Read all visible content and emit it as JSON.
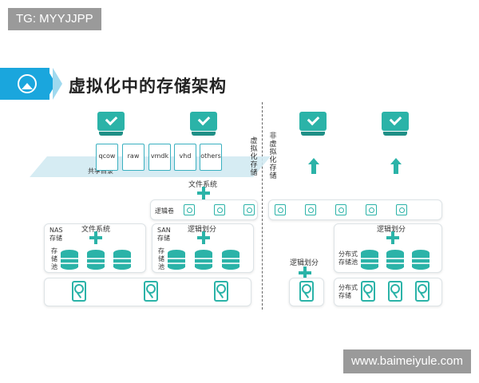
{
  "watermarks": {
    "top": "TG: MYYJJPP",
    "bottom": "www.baimeiyule.com"
  },
  "title": "虚拟化中的存储架构",
  "file_formats": [
    "qcow",
    "raw",
    "vmdk",
    "vhd",
    "others"
  ],
  "shared_directory": "共享目录",
  "virtualized_storage": "虚拟化存储",
  "non_virtualized_storage": "非虚拟化存储",
  "file_system": "文件系统",
  "logical_volume": "逻辑卷",
  "nas_storage": "NAS\n存储",
  "san_storage": "SAN\n存储",
  "storage_pool": "存\n储\n池",
  "logical_partition": "逻辑划分",
  "distributed_storage_pool": "分布式\n存储池",
  "distributed_storage": "分布式\n存储",
  "colors": {
    "accent": "#2bb3a8",
    "banner": "#1aa6dd",
    "plane": "#cfe9f1"
  },
  "icons": [
    "vm-icon",
    "file-icon",
    "volume-icon",
    "disk-icon",
    "hdd-icon",
    "plus-icon",
    "arrow-up-icon",
    "image-icon"
  ]
}
